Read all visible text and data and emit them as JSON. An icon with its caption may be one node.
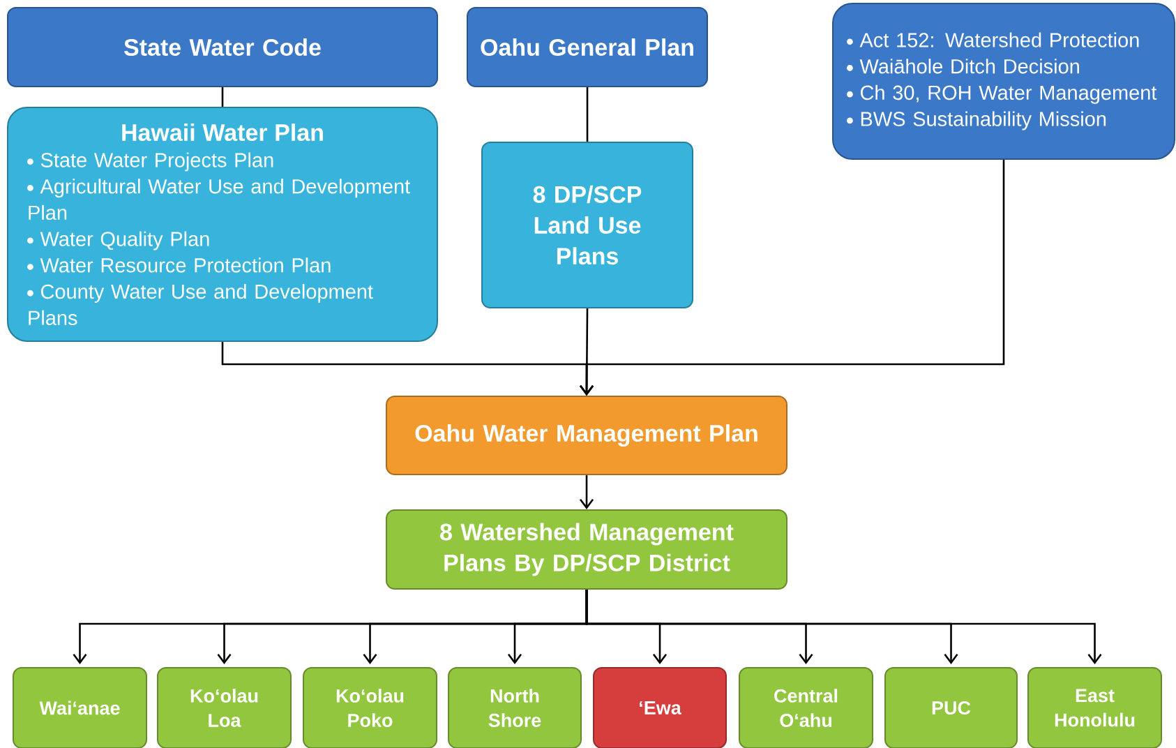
{
  "diagram": {
    "nodes": [
      {
        "text": [
          "State Water Code"
        ]
      },
      {
        "text": [
          "Oahu General Plan"
        ]
      },
      {
        "text": [
          "Act 152: Watershed Protection",
          "Waiāhole Ditch Decision",
          "Ch 30, ROH Water Management",
          "BWS Sustainability Mission"
        ]
      },
      {
        "text": [
          "Hawaii Water Plan",
          "State Water Projects Plan",
          "Agricultural Water Use and Development Plan",
          "Water Quality Plan",
          "Water Resource Protection Plan",
          "County Water Use and Development Plans"
        ]
      },
      {
        "text": [
          "8 DP/SCP Land Use Plans"
        ]
      },
      {
        "text": [
          "Oahu Water Management Plan"
        ]
      },
      {
        "text": [
          "8 Watershed Management Plans By DP/SCP District"
        ]
      },
      {
        "text": [
          "Wai‘anae"
        ]
      },
      {
        "text": [
          "Ko‘olau Loa"
        ]
      },
      {
        "text": [
          "Ko‘olau Poko"
        ]
      },
      {
        "text": [
          "North Shore"
        ]
      },
      {
        "text": [
          "‘Ewa"
        ]
      },
      {
        "text": [
          "Central O‘ahu"
        ]
      },
      {
        "text": [
          "PUC"
        ]
      },
      {
        "text": [
          "East Honolulu"
        ]
      }
    ],
    "edges": [
      {
        "from": 0,
        "to": 3,
        "arrow": "none"
      },
      {
        "from": 1,
        "to": 4,
        "arrow": "none"
      },
      {
        "from": 3,
        "to": 5,
        "arrow": "to"
      },
      {
        "from": 4,
        "to": 5,
        "arrow": "to"
      },
      {
        "from": 2,
        "to": 5,
        "arrow": "to"
      },
      {
        "from": 5,
        "to": 6,
        "arrow": "to"
      },
      {
        "from": 6,
        "to": 7,
        "arrow": "to"
      },
      {
        "from": 6,
        "to": 8,
        "arrow": "to"
      },
      {
        "from": 6,
        "to": 9,
        "arrow": "to"
      },
      {
        "from": 6,
        "to": 10,
        "arrow": "to"
      },
      {
        "from": 6,
        "to": 11,
        "arrow": "to"
      },
      {
        "from": 6,
        "to": 12,
        "arrow": "to"
      },
      {
        "from": 6,
        "to": 13,
        "arrow": "to"
      },
      {
        "from": 6,
        "to": 14,
        "arrow": "to"
      }
    ]
  }
}
